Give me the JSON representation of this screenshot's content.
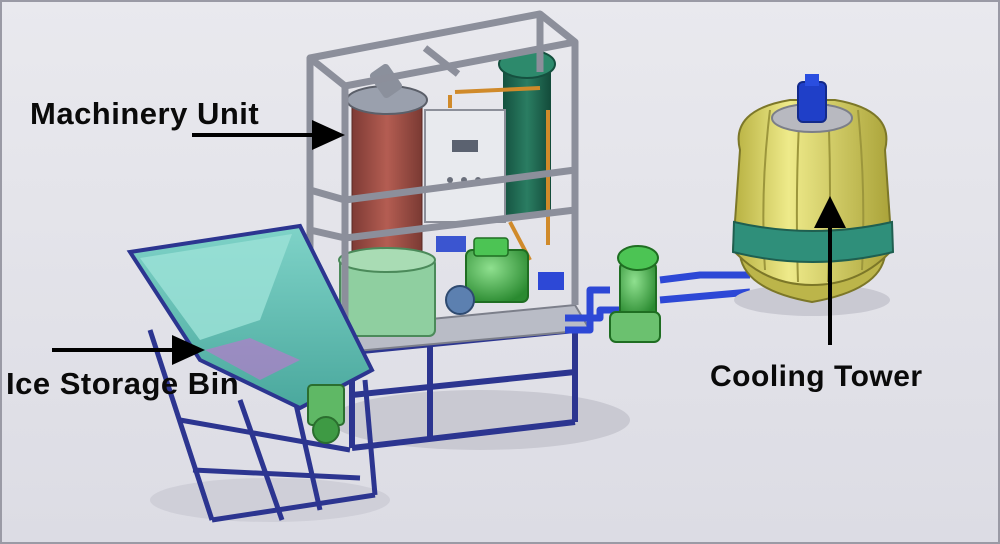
{
  "labels": {
    "machinery_unit": "Machinery Unit",
    "ice_storage_bin": "Ice Storage Bin",
    "cooling_tower": "Cooling Tower"
  },
  "colors": {
    "background": "#ececf0",
    "frame_blue": "#2c3590",
    "bin_teal": "#62c3b8",
    "tower_yellow": "#d9d56a",
    "tower_band": "#2f8f7a",
    "tank_red": "#a8524a",
    "tank_green": "#1f6e55",
    "pump_green": "#3aa53f",
    "pipe_blue": "#2d48d6",
    "label_arrow": "#000000"
  }
}
